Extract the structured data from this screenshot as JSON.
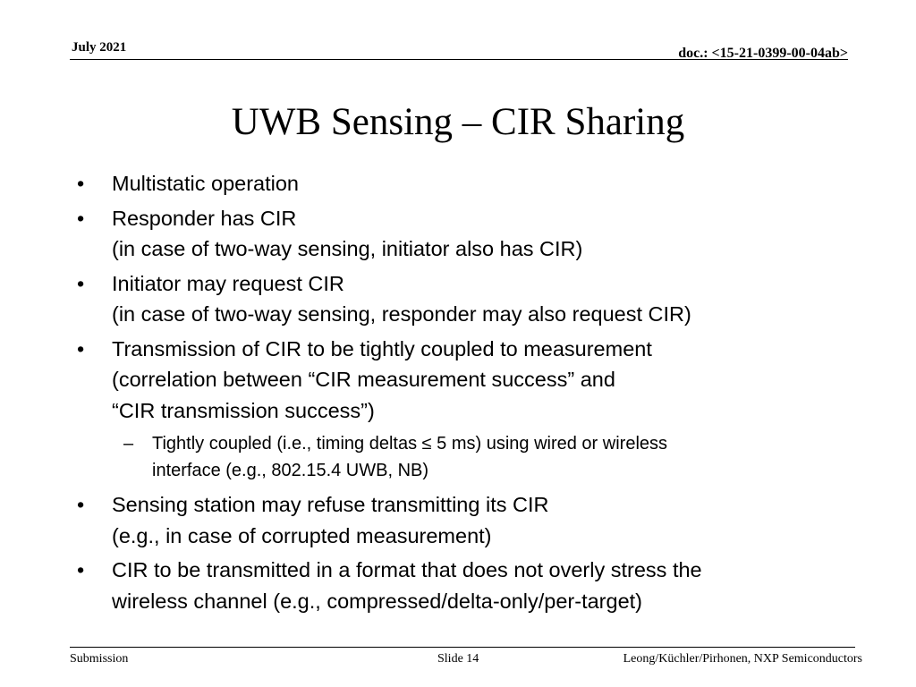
{
  "header": {
    "date": "July 2021",
    "doc": "doc.: <15-21-0399-00-04ab>"
  },
  "title": "UWB Sensing – CIR Sharing",
  "bullet_mark": "•",
  "sub_mark": "–",
  "bullets": [
    {
      "lines": [
        "Multistatic operation"
      ]
    },
    {
      "lines": [
        "Responder has CIR",
        "(in case of two-way sensing, initiator also has CIR)"
      ]
    },
    {
      "lines": [
        "Initiator may request CIR",
        "(in case of two-way sensing, responder may also request CIR)"
      ]
    },
    {
      "lines": [
        "Transmission of CIR to be tightly coupled to measurement",
        "(correlation between “CIR measurement success” and",
        "“CIR transmission success”)"
      ],
      "sub": [
        {
          "lines": [
            "Tightly coupled (i.e., timing deltas ≤ 5 ms) using wired or wireless",
            "interface (e.g., 802.15.4 UWB, NB)"
          ]
        }
      ]
    },
    {
      "lines": [
        "Sensing station may refuse transmitting its CIR",
        "(e.g., in case of corrupted measurement)"
      ]
    },
    {
      "lines": [
        "CIR to be transmitted in a format that does not overly stress the",
        "wireless channel (e.g., compressed/delta-only/per-target)"
      ]
    }
  ],
  "footer": {
    "left": "Submission",
    "center": "Slide 14",
    "right": "Leong/Küchler/Pirhonen, NXP Semiconductors"
  }
}
